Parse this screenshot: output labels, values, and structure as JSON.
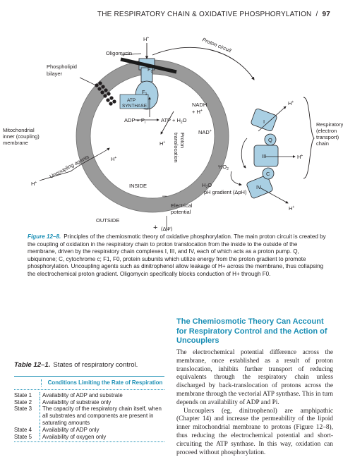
{
  "header": {
    "running_title": "THE RESPIRATORY CHAIN & OXIDATIVE PHOSPHORYLATION",
    "separator": "/",
    "page_number": "97"
  },
  "figure": {
    "labels": {
      "h_plus": "H",
      "plus": "+",
      "proton_circuit": "Proton circuit",
      "oligomycin": "Oligomycin",
      "phospholipid_bilayer_1": "Phospholipid",
      "phospholipid_bilayer_2": "bilayer",
      "f0": "F",
      "f0_sub": "0",
      "f1": "F",
      "f1_sub": "1",
      "atp_synthase_1": "ATP",
      "atp_synthase_2": "SYNTHASE",
      "adp_pi": "ADP + P",
      "adp_pi_sub": "i",
      "atp_h2o": "ATP + H",
      "atp_h2o_sub": "2",
      "atp_h2o_tail": "O",
      "nadh": "NADH",
      "nadh_h": "+ H",
      "nad": "NAD",
      "complex_1": "I",
      "complex_3": "III",
      "complex_4": "IV",
      "q": "Q",
      "c": "C",
      "proton_translocation_1": "Proton",
      "proton_translocation_2": "translocation",
      "half_o2": "½O",
      "half_o2_sub": "2",
      "h2o": "H",
      "h2o_sub": "2",
      "h2o_tail": "O",
      "mito_membrane_1": "Mitochondrial",
      "mito_membrane_2": "inner (coupling)",
      "mito_membrane_3": "membrane",
      "respiratory_chain_1": "Respiratory",
      "respiratory_chain_2": "(electron",
      "respiratory_chain_3": "transport)",
      "respiratory_chain_4": "chain",
      "uncoupling_agents": "Uncoupling agents",
      "inside": "INSIDE",
      "outside": "OUTSIDE",
      "minus": "–",
      "electrical_1": "Electrical",
      "electrical_2": "potential",
      "delta_psi": "(ΔΨ)",
      "ph_gradient": "pH gradient (ΔpH)"
    },
    "colors": {
      "membrane": "#9a9a9a",
      "complex_fill": "#a9cfe3",
      "atp_synthase_fill": "#a9cfe3",
      "accent": "#1b8fb5"
    }
  },
  "caption": {
    "figure_number": "Figure 12–8.",
    "text": "Principles of the chemiosmotic theory of oxidative phosphorylation. The main proton circuit is created by the coupling of oxidation in the respiratory chain to proton translocation from the inside to the outside of the membrane, driven by the respiratory chain complexes I, III, and IV, each of which acts as a proton pump. Q, ubiquinone; C, cytochrome c; F1, F0, protein subunits which utilize energy from the proton gradient to promote phosphorylation. Uncoupling agents such as dinitrophenol allow leakage of H+ across the membrane, thus collapsing the electrochemical proton gradient. Oligomycin specifically blocks conduction of H+ through F0."
  },
  "section": {
    "heading": "The Chemiosmotic Theory Can Account for Respiratory Control and the Action of Uncouplers",
    "paragraph_1": "The electrochemical potential difference across the membrane, once established as a result of proton translocation, inhibits further transport of reducing equivalents through the respiratory chain unless discharged by back-translocation of protons across the membrane through the vectorial ATP synthase. This in turn depends on availability of ADP and Pi.",
    "paragraph_2": "Uncouplers (eg, dinitrophenol) are amphipathic (Chapter 14) and increase the permeability of the lipoid inner mitochondrial membrane to protons (Figure 12–8), thus reducing the electrochemical potential and short-circuiting the ATP synthase. In this way, oxidation can proceed without phosphorylation."
  },
  "table": {
    "number": "Table 12–1.",
    "title": "States of respiratory control.",
    "column_header": "Conditions Limiting the Rate of Respiration",
    "rows": [
      {
        "state": "State 1",
        "condition": "Availability of ADP and substrate"
      },
      {
        "state": "State 2",
        "condition": "Availability of substrate only"
      },
      {
        "state": "State 3",
        "condition": "The capacity of the respiratory chain itself, when all substrates and components are present in saturating amounts"
      },
      {
        "state": "State 4",
        "condition": "Availability of ADP only"
      },
      {
        "state": "State 5",
        "condition": "Availability of oxygen only"
      }
    ]
  }
}
